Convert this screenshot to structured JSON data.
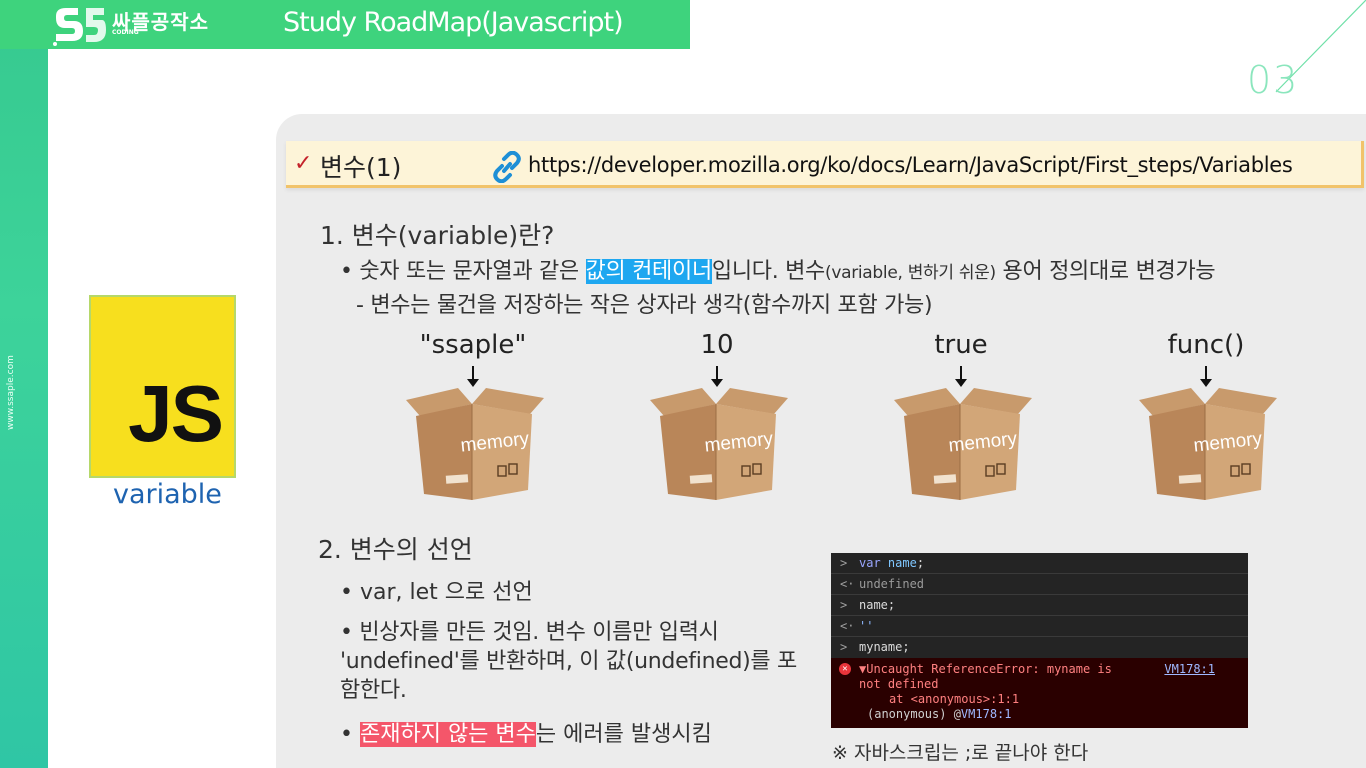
{
  "header": {
    "logo_text": "싸플공작소",
    "logo_sub": "CODING",
    "title": "Study RoadMap(Javascript)"
  },
  "side": {
    "url": "www.ssaple.com"
  },
  "page_number": "03",
  "js_card": {
    "logo_text": "JS",
    "caption": "variable"
  },
  "section": {
    "title": "변수(1)",
    "link": "https://developer.mozilla.org/ko/docs/Learn/JavaScript/First_steps/Variables"
  },
  "part1": {
    "heading": "1. 변수(variable)란?",
    "bullet_pre": "• 숫자 또는 문자열과 같은 ",
    "bullet_hl": "값의 컨테이너",
    "bullet_mid": "입니다. 변수",
    "bullet_small": "(variable, 변하기 쉬운)",
    "bullet_post": " 용어 정의대로 변경가능",
    "sub": "- 변수는 물건을 저장하는 작은 상자라 생각(함수까지 포함 가능)",
    "boxes": [
      {
        "label": "\"ssaple\"",
        "box_text": "memory"
      },
      {
        "label": "10",
        "box_text": "memory"
      },
      {
        "label": "true",
        "box_text": "memory"
      },
      {
        "label": "func()",
        "box_text": "memory"
      }
    ]
  },
  "part2": {
    "heading": "2. 변수의 선언",
    "bullet_a": "• var, let 으로 선언",
    "bullet_b": "• 빈상자를 만든 것임. 변수 이름만 입력시 'undefined'를 반환하며, 이 값(undefined)를 포함한다.",
    "bullet_c_pre": "• ",
    "bullet_c_hl": "존재하지 않는 변수",
    "bullet_c_post": "는 에러를 발생시킴"
  },
  "console": {
    "line1_kw": "var",
    "line1_name": "name",
    "line1_end": ";",
    "line2": "undefined",
    "line3": "name;",
    "line4": "''",
    "line5": "myname;",
    "error_line1": "▼Uncaught ReferenceError: myname is",
    "error_line2": "not defined",
    "error_line3": "at <anonymous>:1:1",
    "error_ref": "VM178:1",
    "error_anon": "(anonymous) @",
    "error_anon_link": "VM178:1"
  },
  "note": "※ 자바스크립는 ;로 끝나야 한다",
  "colors": {
    "header_green": "#3ed37d",
    "highlight_blue": "#1ea7f0",
    "highlight_red": "#f4566a",
    "js_yellow": "#f7df1e"
  }
}
